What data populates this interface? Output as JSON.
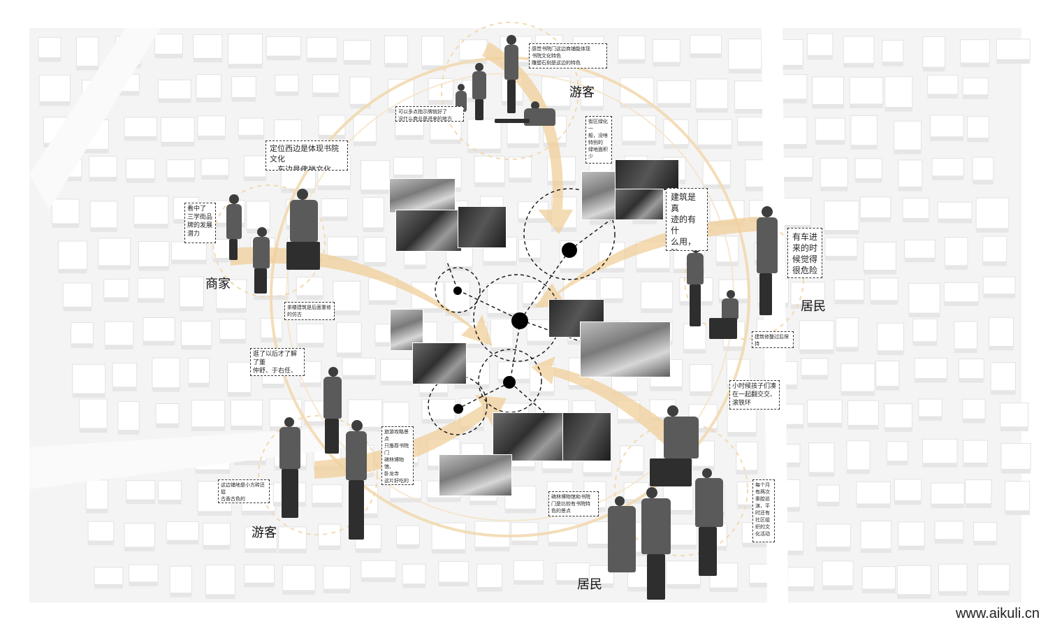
{
  "groups": {
    "tourist_top": "游客",
    "merchant": "商家",
    "resident_right": "居民",
    "tourist_bottom": "游客",
    "resident_bottom": "居民"
  },
  "notes": {
    "n_tourist_top_1": "感觉书院门这边商铺能体现\n书院文化特色\n雕塑石刻是这边的特色",
    "n_tourist_top_2": "可以多点指示牌就好了\n没什么商业是进来的地方",
    "n_tourist_top_3": "街区绿化一\n般，没啥\n特别的\n绿地面积\n少",
    "n_merchant_1": "定位西边是体现书院文化\n，东边是佛禅文化",
    "n_merchant_2": "看中了\n三学街品\n牌的发展\n潜力",
    "n_merchant_3": "茶楼建筑是后面重修\n的仿古",
    "n_resident_right_1": "建筑是真\n迹的有什\n么用，破\n成这样咋\n住",
    "n_resident_right_2": "有车进\n来的时\n候觉得\n很危险",
    "n_resident_right_3": "建筑修整过后保持\n了关中特色",
    "n_tourist_bottom_1": "逛了以后才了解了董\n仲舒、于右任、高培\n支",
    "n_tourist_bottom_2": "旅游攻略景点\n只推荐书院门\n碑林博物馆、\n卧龙寺\n这片好吃的老\n店在城墙根吧",
    "n_tourist_bottom_3": "这边铺地是小方砖还挺\n古香古色的\n觉得走起来还挺舒服的",
    "n_resident_bottom_1": "小时候孩子们凑\n在一起翻交交、\n滚铁环",
    "n_resident_bottom_2": "碑林博物馆和书院\n门是比较有书院特\n色的景点",
    "n_resident_bottom_3": "每个月\n有两次\n秦腔巡\n演，平\n时还有\n社区组\n织的文\n化活动"
  },
  "watermark": "www.aikuli.cn",
  "colors": {
    "arrow": "#f0cf9a",
    "ring": "#f2d9b0",
    "node": "#000000",
    "block": "#ececec"
  }
}
